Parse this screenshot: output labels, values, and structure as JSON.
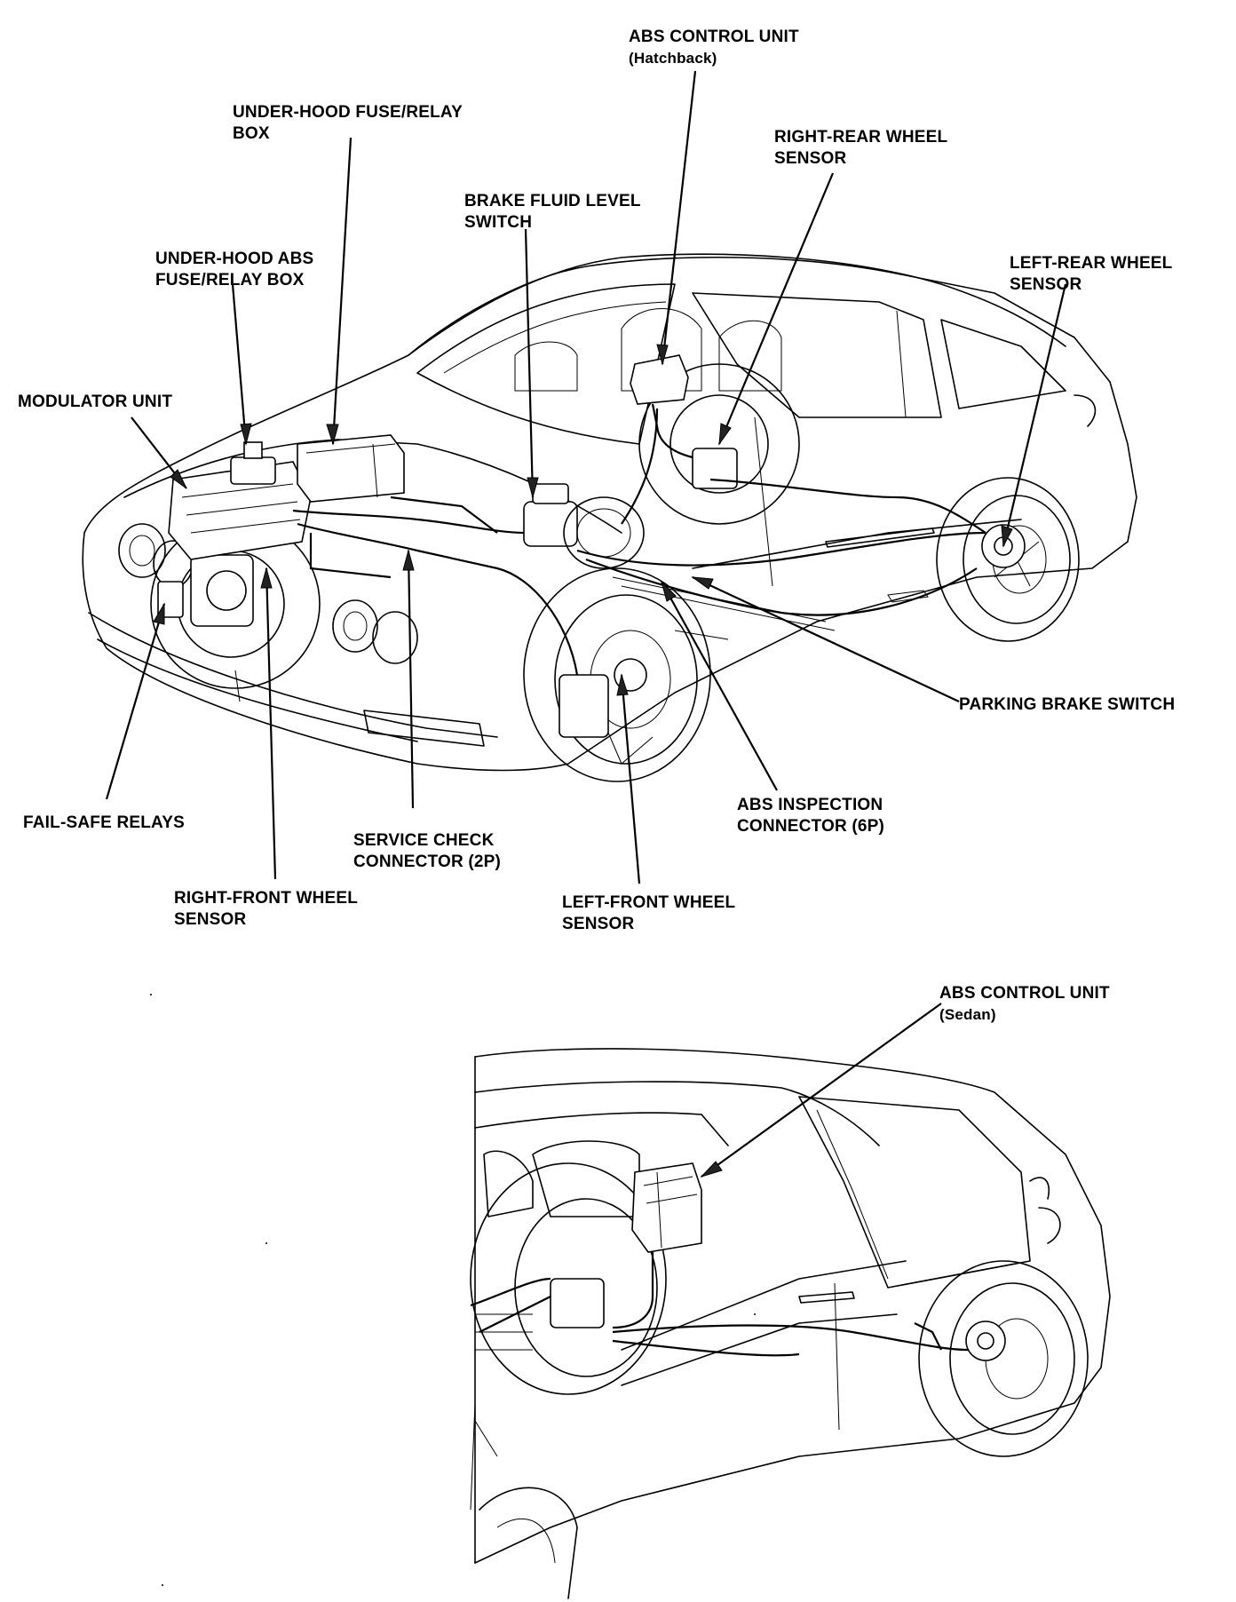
{
  "labels": {
    "abs_control_unit_hatchback": {
      "line1": "ABS CONTROL UNIT",
      "line2": "(Hatchback)"
    },
    "under_hood_fuse_relay_box": {
      "line1": "UNDER-HOOD FUSE/RELAY",
      "line2": "BOX"
    },
    "right_rear_wheel_sensor": {
      "line1": "RIGHT-REAR WHEEL",
      "line2": "SENSOR"
    },
    "brake_fluid_level_switch": {
      "line1": "BRAKE FLUID LEVEL",
      "line2": "SWITCH"
    },
    "left_rear_wheel_sensor": {
      "line1": "LEFT-REAR WHEEL",
      "line2": "SENSOR"
    },
    "under_hood_abs_fuse_relay_box": {
      "line1": "UNDER-HOOD ABS",
      "line2": "FUSE/RELAY BOX"
    },
    "modulator_unit": {
      "line1": "MODULATOR UNIT"
    },
    "parking_brake_switch": {
      "line1": "PARKING BRAKE SWITCH"
    },
    "abs_inspection_connector": {
      "line1": "ABS INSPECTION",
      "line2": "CONNECTOR (6P)"
    },
    "fail_safe_relays": {
      "line1": "FAIL-SAFE RELAYS"
    },
    "service_check_connector": {
      "line1": "SERVICE CHECK",
      "line2": "CONNECTOR (2P)"
    },
    "right_front_wheel_sensor": {
      "line1": "RIGHT-FRONT WHEEL",
      "line2": "SENSOR"
    },
    "left_front_wheel_sensor": {
      "line1": "LEFT-FRONT WHEEL",
      "line2": "SENSOR"
    },
    "abs_control_unit_sedan": {
      "line1": "ABS CONTROL UNIT",
      "line2": "(Sedan)"
    }
  }
}
